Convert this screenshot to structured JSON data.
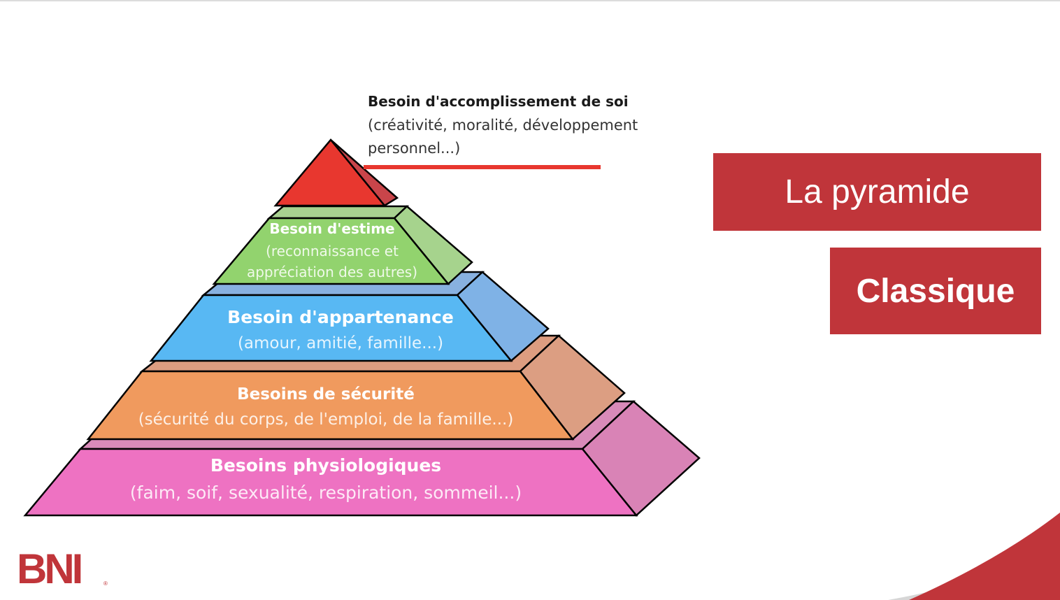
{
  "pyramid": {
    "top": {
      "title": "Besoin d'accomplissement de soi",
      "line1": "(créativité, moralité, développement",
      "line2": "personnel...)",
      "color": "#e8372f"
    },
    "levels": [
      {
        "title": "Besoin d'estime",
        "line1": "(reconnaissance et",
        "line2": "appréciation des autres)",
        "color": "#92d36e"
      },
      {
        "title": "Besoin d'appartenance",
        "line1": "(amour, amitié, famille...)",
        "color": "#58b8f3"
      },
      {
        "title": "Besoins de sécurité",
        "line1": "(sécurité du corps, de l'emploi, de la famille...)",
        "color": "#f09a5e"
      },
      {
        "title": "Besoins physiologiques",
        "line1": "(faim, soif, sexualité, respiration, sommeil...)",
        "color": "#ee72c2"
      }
    ]
  },
  "boxes": {
    "first": "La pyramide",
    "second": "Classique",
    "color": "#c0353a"
  },
  "logo": {
    "text": "BNI",
    "mark": "®"
  }
}
